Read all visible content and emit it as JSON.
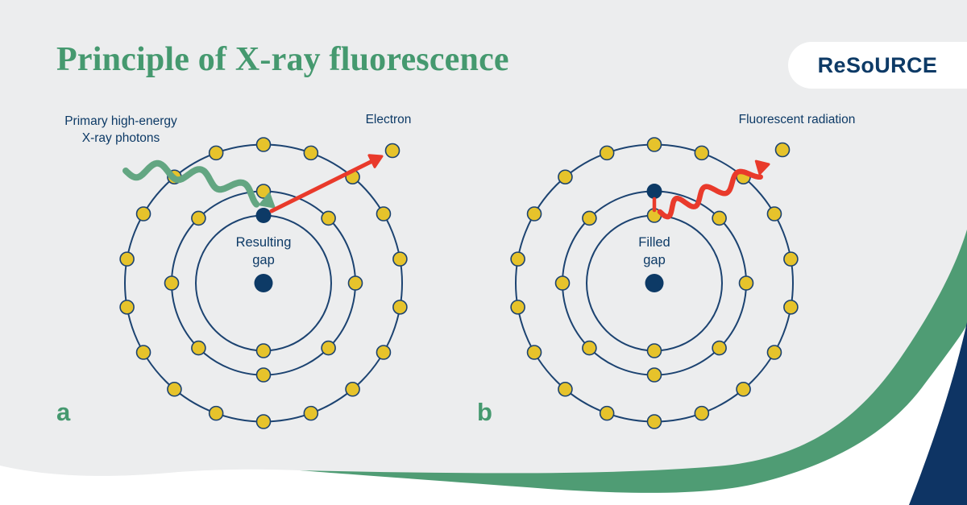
{
  "title": "Principle of X-ray fluorescence",
  "logo": {
    "text": "ReSoURCE"
  },
  "panel_a": {
    "letter": "a",
    "photon_label": {
      "line1": "Primary high-energy",
      "line2": "X-ray photons"
    },
    "electron_label": "Electron",
    "gap_label": {
      "line1": "Resulting",
      "line2": "gap"
    }
  },
  "panel_b": {
    "letter": "b",
    "radiation_label": "Fluorescent radiation",
    "gap_label": {
      "line1": "Filled",
      "line2": "gap"
    }
  },
  "atom_model": {
    "shell_electron_counts": [
      2,
      8,
      18
    ],
    "atom_a": {
      "missing_electron_shell": 0,
      "free_electron": true
    },
    "atom_b": {
      "vacancy_shell": 1,
      "free_electron": true
    },
    "colors": {
      "electron": "#E6C32B",
      "electron_stroke": "#1C4371",
      "orbit": "#1C4371",
      "nucleus": "#0D3A66",
      "gap_dot": "#0D3A66",
      "photon_green": "#63A682",
      "xray_red": "#E93A2B"
    }
  },
  "theme": {
    "background": "#ECEDEE",
    "title_green": "#45996F",
    "navy": "#0D3A66",
    "swoosh_green": "#4F9C74",
    "corner_navy": "#0E3464",
    "pill_white": "#FFFFFF"
  }
}
